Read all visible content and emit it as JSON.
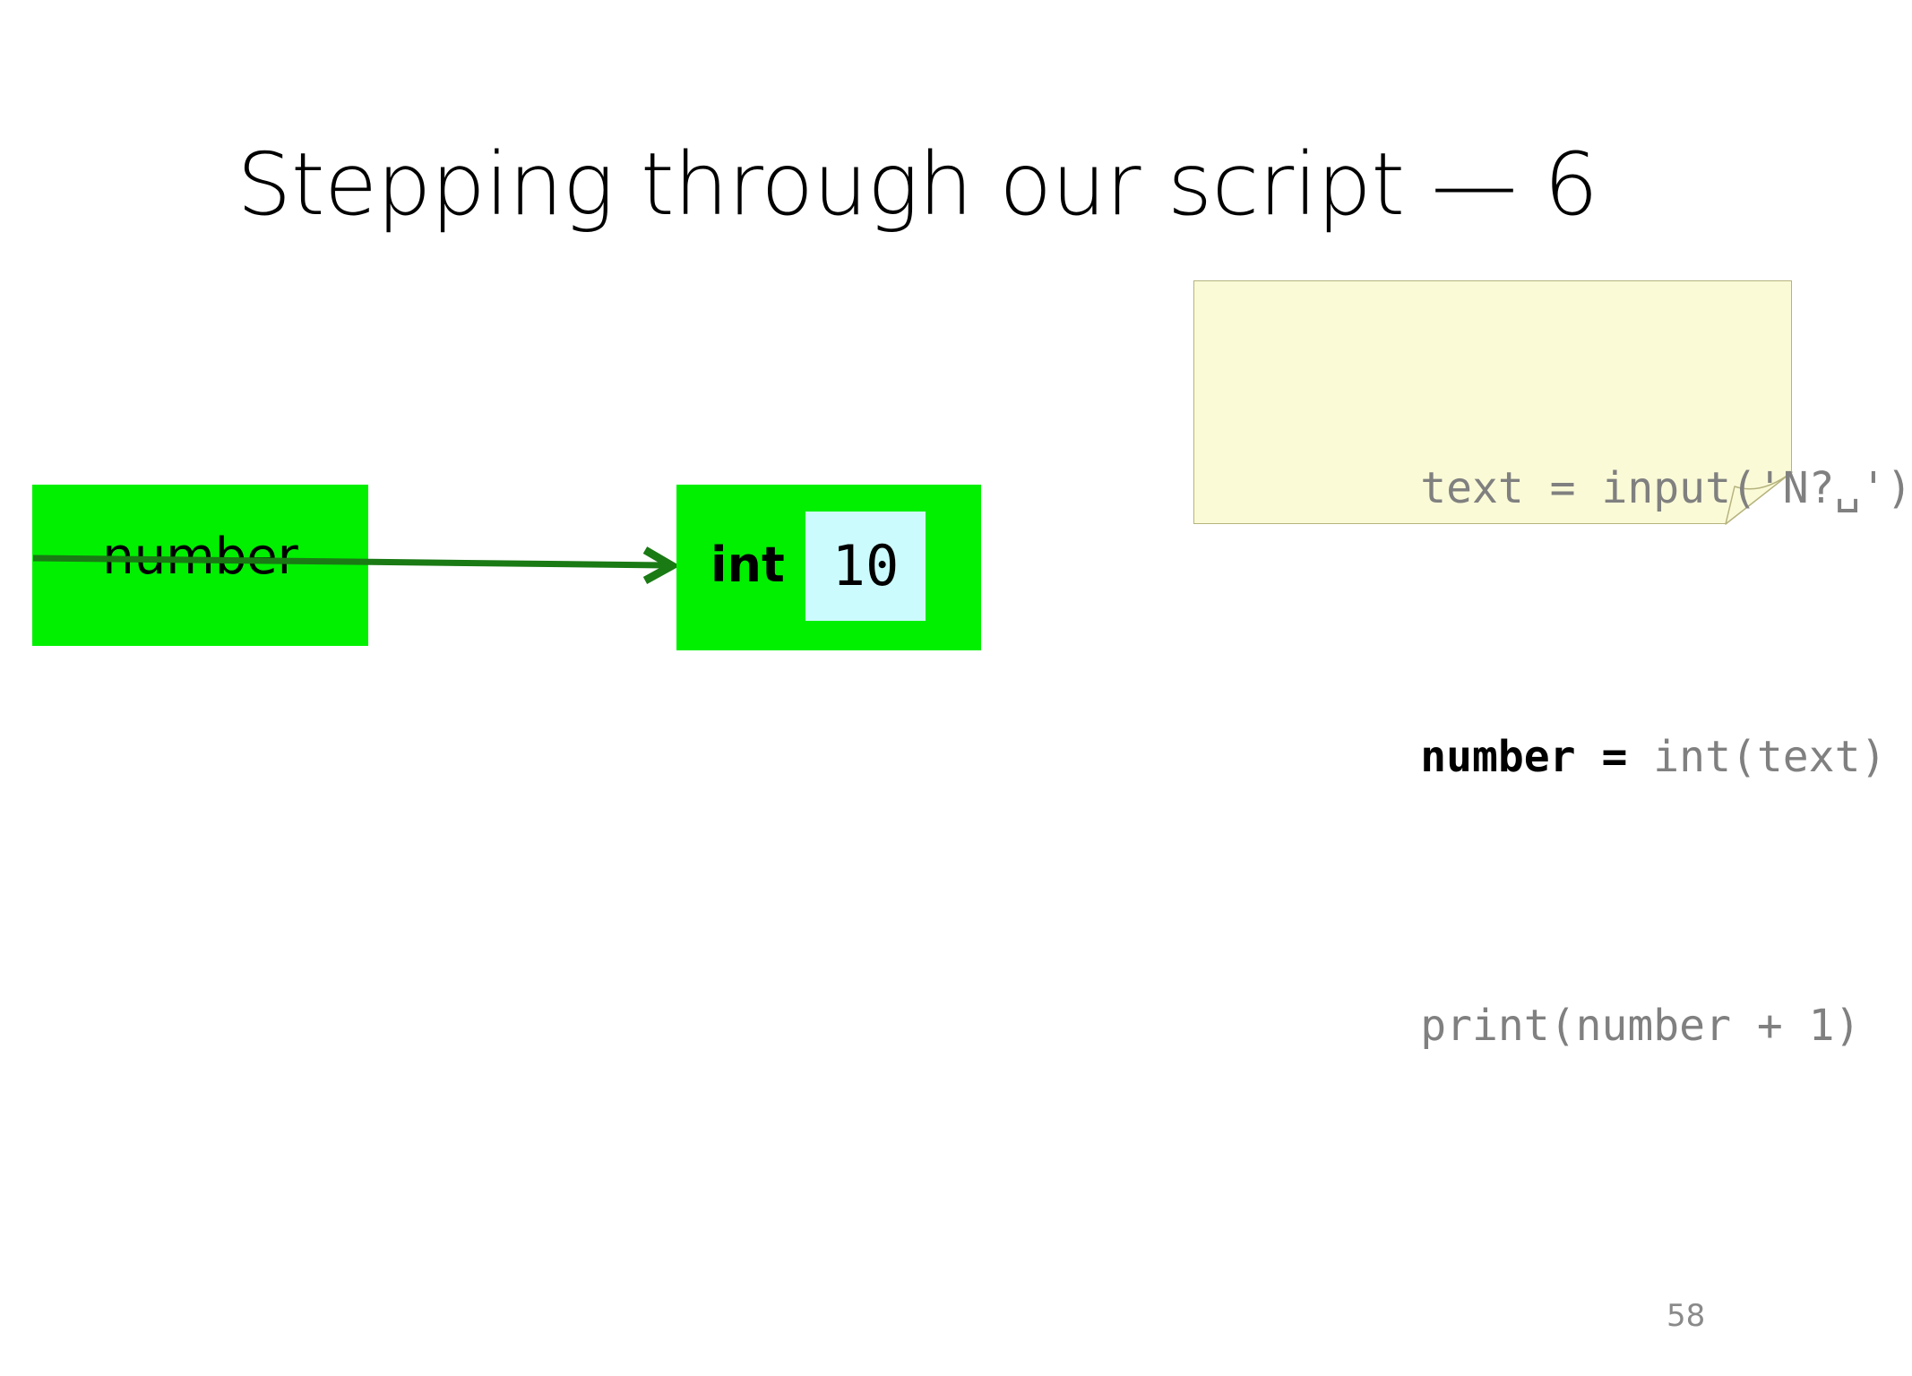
{
  "slide": {
    "title": "Stepping through our script — 6",
    "page_number": "58",
    "background_color": "#ffffff"
  },
  "code_note": {
    "background_color": "#fafad7",
    "border_color": "#b5b37e",
    "dim_color": "#808080",
    "highlight_color": "#000000",
    "lines": [
      {
        "text": "text = input('N?␣')",
        "state": "executed"
      },
      {
        "text": "number = ",
        "highlight": "number = ",
        "rest": "int(text)",
        "state": "current"
      },
      {
        "text": "print(number + 1)",
        "state": "pending"
      }
    ],
    "line1": "text = input('N?␣')",
    "line2_highlight": "number = ",
    "line2_rest": "int(text)",
    "line3": "print(number + 1)"
  },
  "diagram": {
    "variable_box": {
      "label": "number",
      "fill_color": "#00f000",
      "text_color": "#000000"
    },
    "object_box": {
      "type_label": "int",
      "value": "10",
      "fill_color": "#00f000",
      "value_fill_color": "#ccfbfd",
      "text_color": "#000000"
    },
    "arrow": {
      "color": "#1a7a14",
      "from": "variable_box",
      "to": "object_box",
      "label": "reference"
    }
  }
}
